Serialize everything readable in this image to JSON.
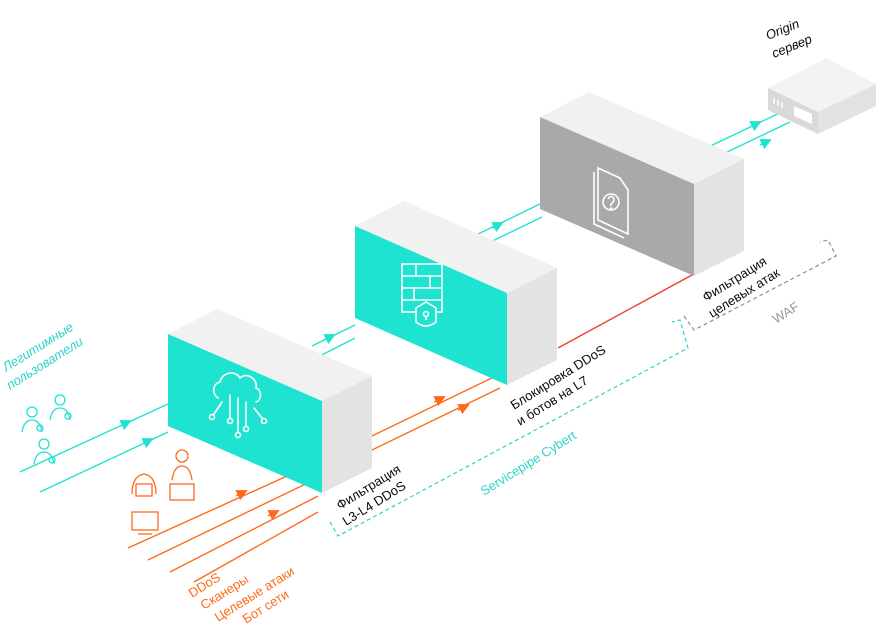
{
  "labels": {
    "origin": "Origin",
    "origin_sub": "сервер",
    "legit": "Легитимные",
    "legit_sub": "пользователи",
    "block1": "Фильтрация",
    "block1_sub": "L3-L4 DDoS",
    "block2": "Блокировка DDoS",
    "block2_sub": "и ботов на L7",
    "block3": "Фильтрация",
    "block3_sub": "целевых атак",
    "group1": "Servicepipe Cybert",
    "group2": "WAF",
    "attack1": "DDoS",
    "attack2": "Сканеры",
    "attack3": "Целевые атаки",
    "attack4": "Бот сети"
  },
  "icons": {
    "block1": "cloud-network-icon",
    "block2": "firewall-lock-icon",
    "block3": "document-question-icon",
    "server": "server-icon",
    "users": "user-check-icon",
    "attackers": "hacker-icon"
  },
  "colors": {
    "teal": "#1ee3d0",
    "orange": "#ff6a1a",
    "red": "#e8412a",
    "gray_face": "#a9a9a9",
    "light_side": "#e3e3e3",
    "top": "#f1f1f1",
    "label_text": "#0a0a0a",
    "teal_text": "#2ed3c7",
    "orange_text": "#ff6a1a"
  }
}
